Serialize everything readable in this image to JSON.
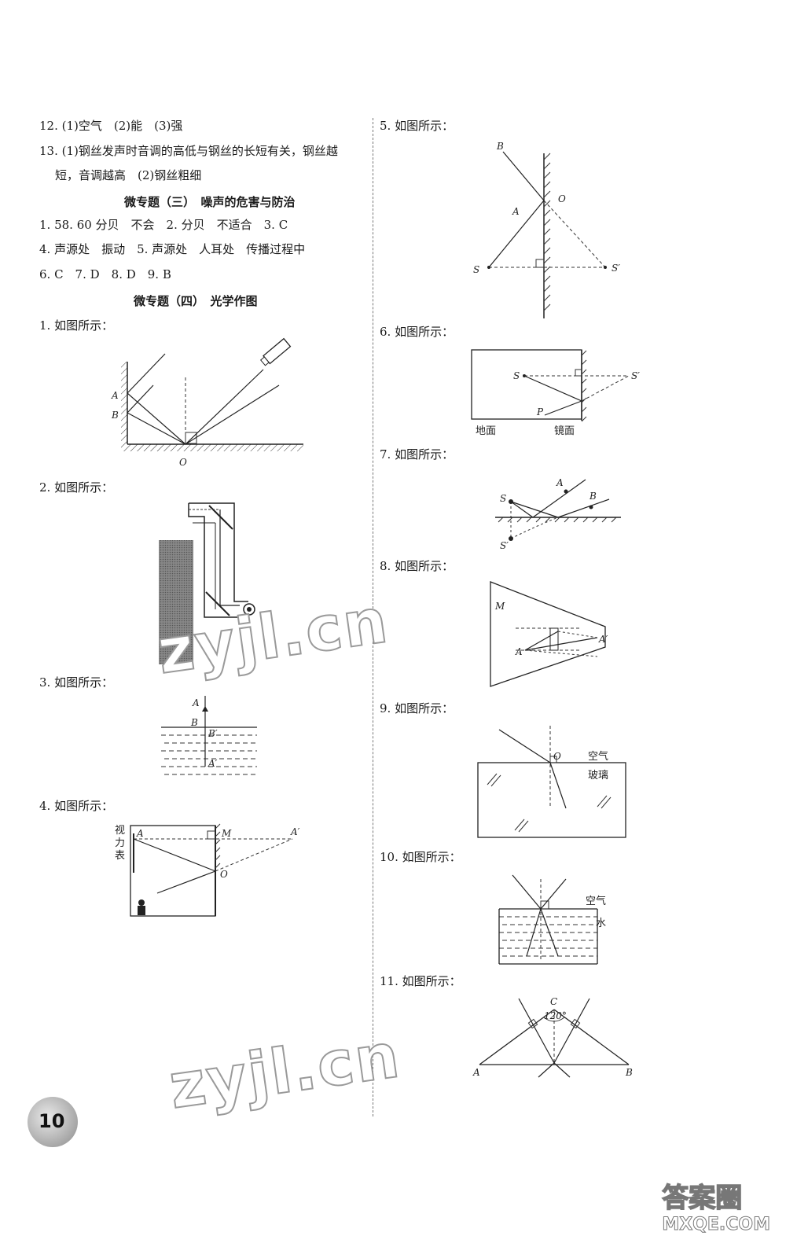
{
  "left": {
    "a12": "12. (1)空气　(2)能　(3)强",
    "a13_line1": "13. (1)钢丝发声时音调的高低与钢丝的长短有关，钢丝越",
    "a13_line2": "短，音调越高　(2)钢丝粗细",
    "section3_title": "微专题（三）　噪声的危害与防治",
    "s3_line1": "1. 58. 60 分贝　不会　2. 分贝　不适合　3. C",
    "s3_line2": "4. 声源处　振动　5. 声源处　人耳处　传播过程中",
    "s3_line3": "6. C　7. D　8. D　9. B",
    "section4_title": "微专题（四）　光学作图",
    "q1": "1. 如图所示：",
    "q2": "2. 如图所示：",
    "q3": "3. 如图所示：",
    "q4": "4. 如图所示："
  },
  "right": {
    "q5": "5. 如图所示：",
    "q6": "6. 如图所示：",
    "q7": "7. 如图所示：",
    "q8": "8. 如图所示：",
    "q9": "9. 如图所示：",
    "q10": "10. 如图所示：",
    "q11": "11. 如图所示："
  },
  "figures": {
    "f1": {
      "a": "A",
      "b": "B",
      "o": "O"
    },
    "f3": {
      "a": "A",
      "b": "B",
      "b2": "B′",
      "a2": "A′"
    },
    "f4": {
      "chart": "视",
      "chart2": "力",
      "chart3": "表",
      "a": "A",
      "m": "M",
      "a2": "A′",
      "o": "O"
    },
    "f5": {
      "b": "B",
      "a": "A",
      "o": "O",
      "s": "S",
      "s2": "S′"
    },
    "f6": {
      "s": "S",
      "s2": "S′",
      "p": "P",
      "ground": "地面",
      "mirror": "镜面"
    },
    "f7": {
      "a": "A",
      "b": "B",
      "s": "S",
      "s2": "S′"
    },
    "f8": {
      "m": "M",
      "a": "A",
      "a2": "A′"
    },
    "f9": {
      "o": "O",
      "air": "空气",
      "glass": "玻璃"
    },
    "f10": {
      "air": "空气",
      "water": "水"
    },
    "f11": {
      "c": "C",
      "angle": "120°",
      "a": "A",
      "b": "B"
    }
  },
  "watermarks": [
    "zyjl.cn",
    "zyjl.cn"
  ],
  "page_number": "10",
  "corner_logo": {
    "big": "答案圈",
    "small": "MXQE.COM"
  }
}
